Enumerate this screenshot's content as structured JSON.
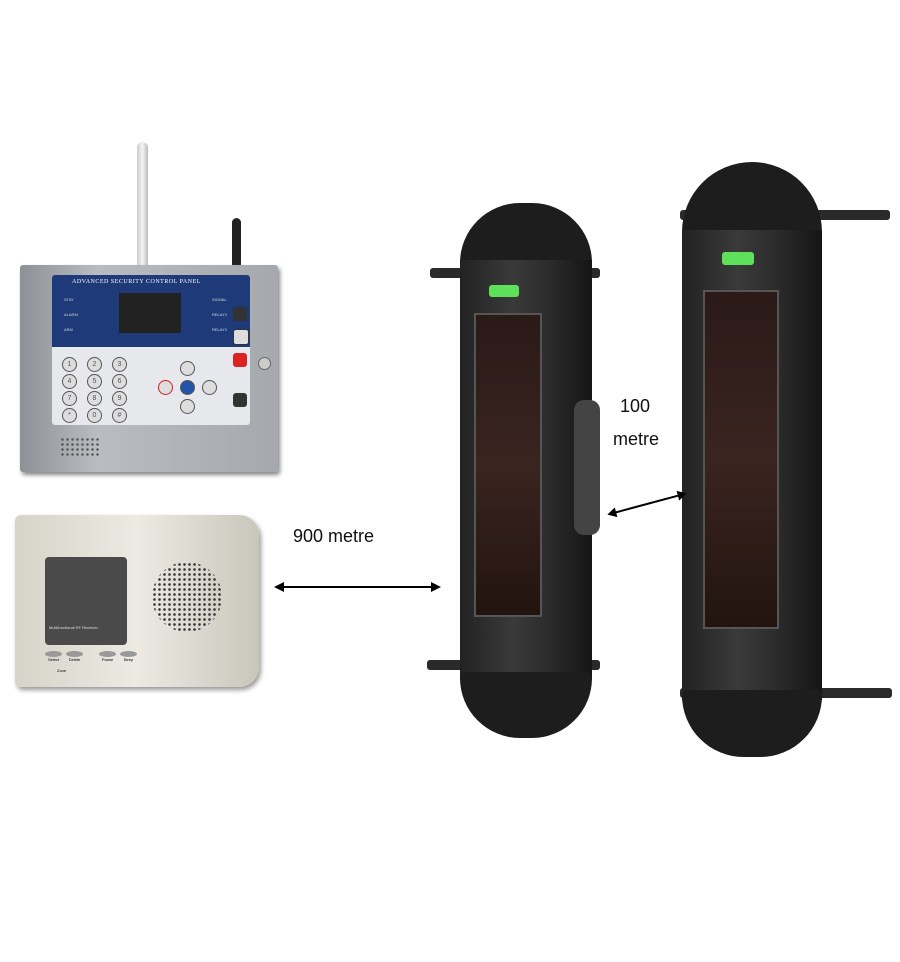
{
  "annotations": {
    "distance_receiver": "900 metre",
    "distance_beam_value": "100",
    "distance_beam_unit": "metre"
  },
  "control_panel": {
    "title": "ADVANCED SECURITY CONTROL PANEL",
    "left_indicators": [
      "STAY",
      "ALARM",
      "ARM"
    ],
    "right_indicators": [
      "SIGNAL",
      "RELAY1",
      "RELAY2"
    ],
    "keys": [
      "1",
      "2",
      "3",
      "4",
      "5",
      "6",
      "7",
      "8",
      "9",
      "*",
      "0",
      "#"
    ]
  },
  "receiver": {
    "name": "Multifunctional RF Receiver",
    "buttons": [
      "Select",
      "Delete",
      "Pause",
      "Beep"
    ],
    "zone_label": "Zone"
  },
  "colors": {
    "panel_blue": "#1e3a78",
    "beam_body": "#2a2a2a",
    "level_green": "#5fe05a"
  }
}
